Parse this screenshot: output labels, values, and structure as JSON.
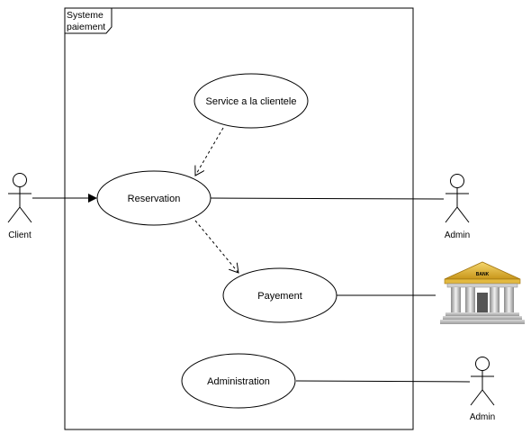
{
  "system": {
    "title_line1": "Systeme",
    "title_line2": "paiement"
  },
  "use_cases": {
    "service": "Service a la clientele",
    "reservation": "Reservation",
    "payement": "Payement",
    "administration": "Administration"
  },
  "actors": {
    "client": "Client",
    "admin_top": "Admin",
    "admin_bottom": "Admin"
  },
  "bank": {
    "sign": "BANK"
  },
  "colors": {
    "stroke": "#000000",
    "background": "#ffffff",
    "bank_gold": "#e8b923"
  }
}
